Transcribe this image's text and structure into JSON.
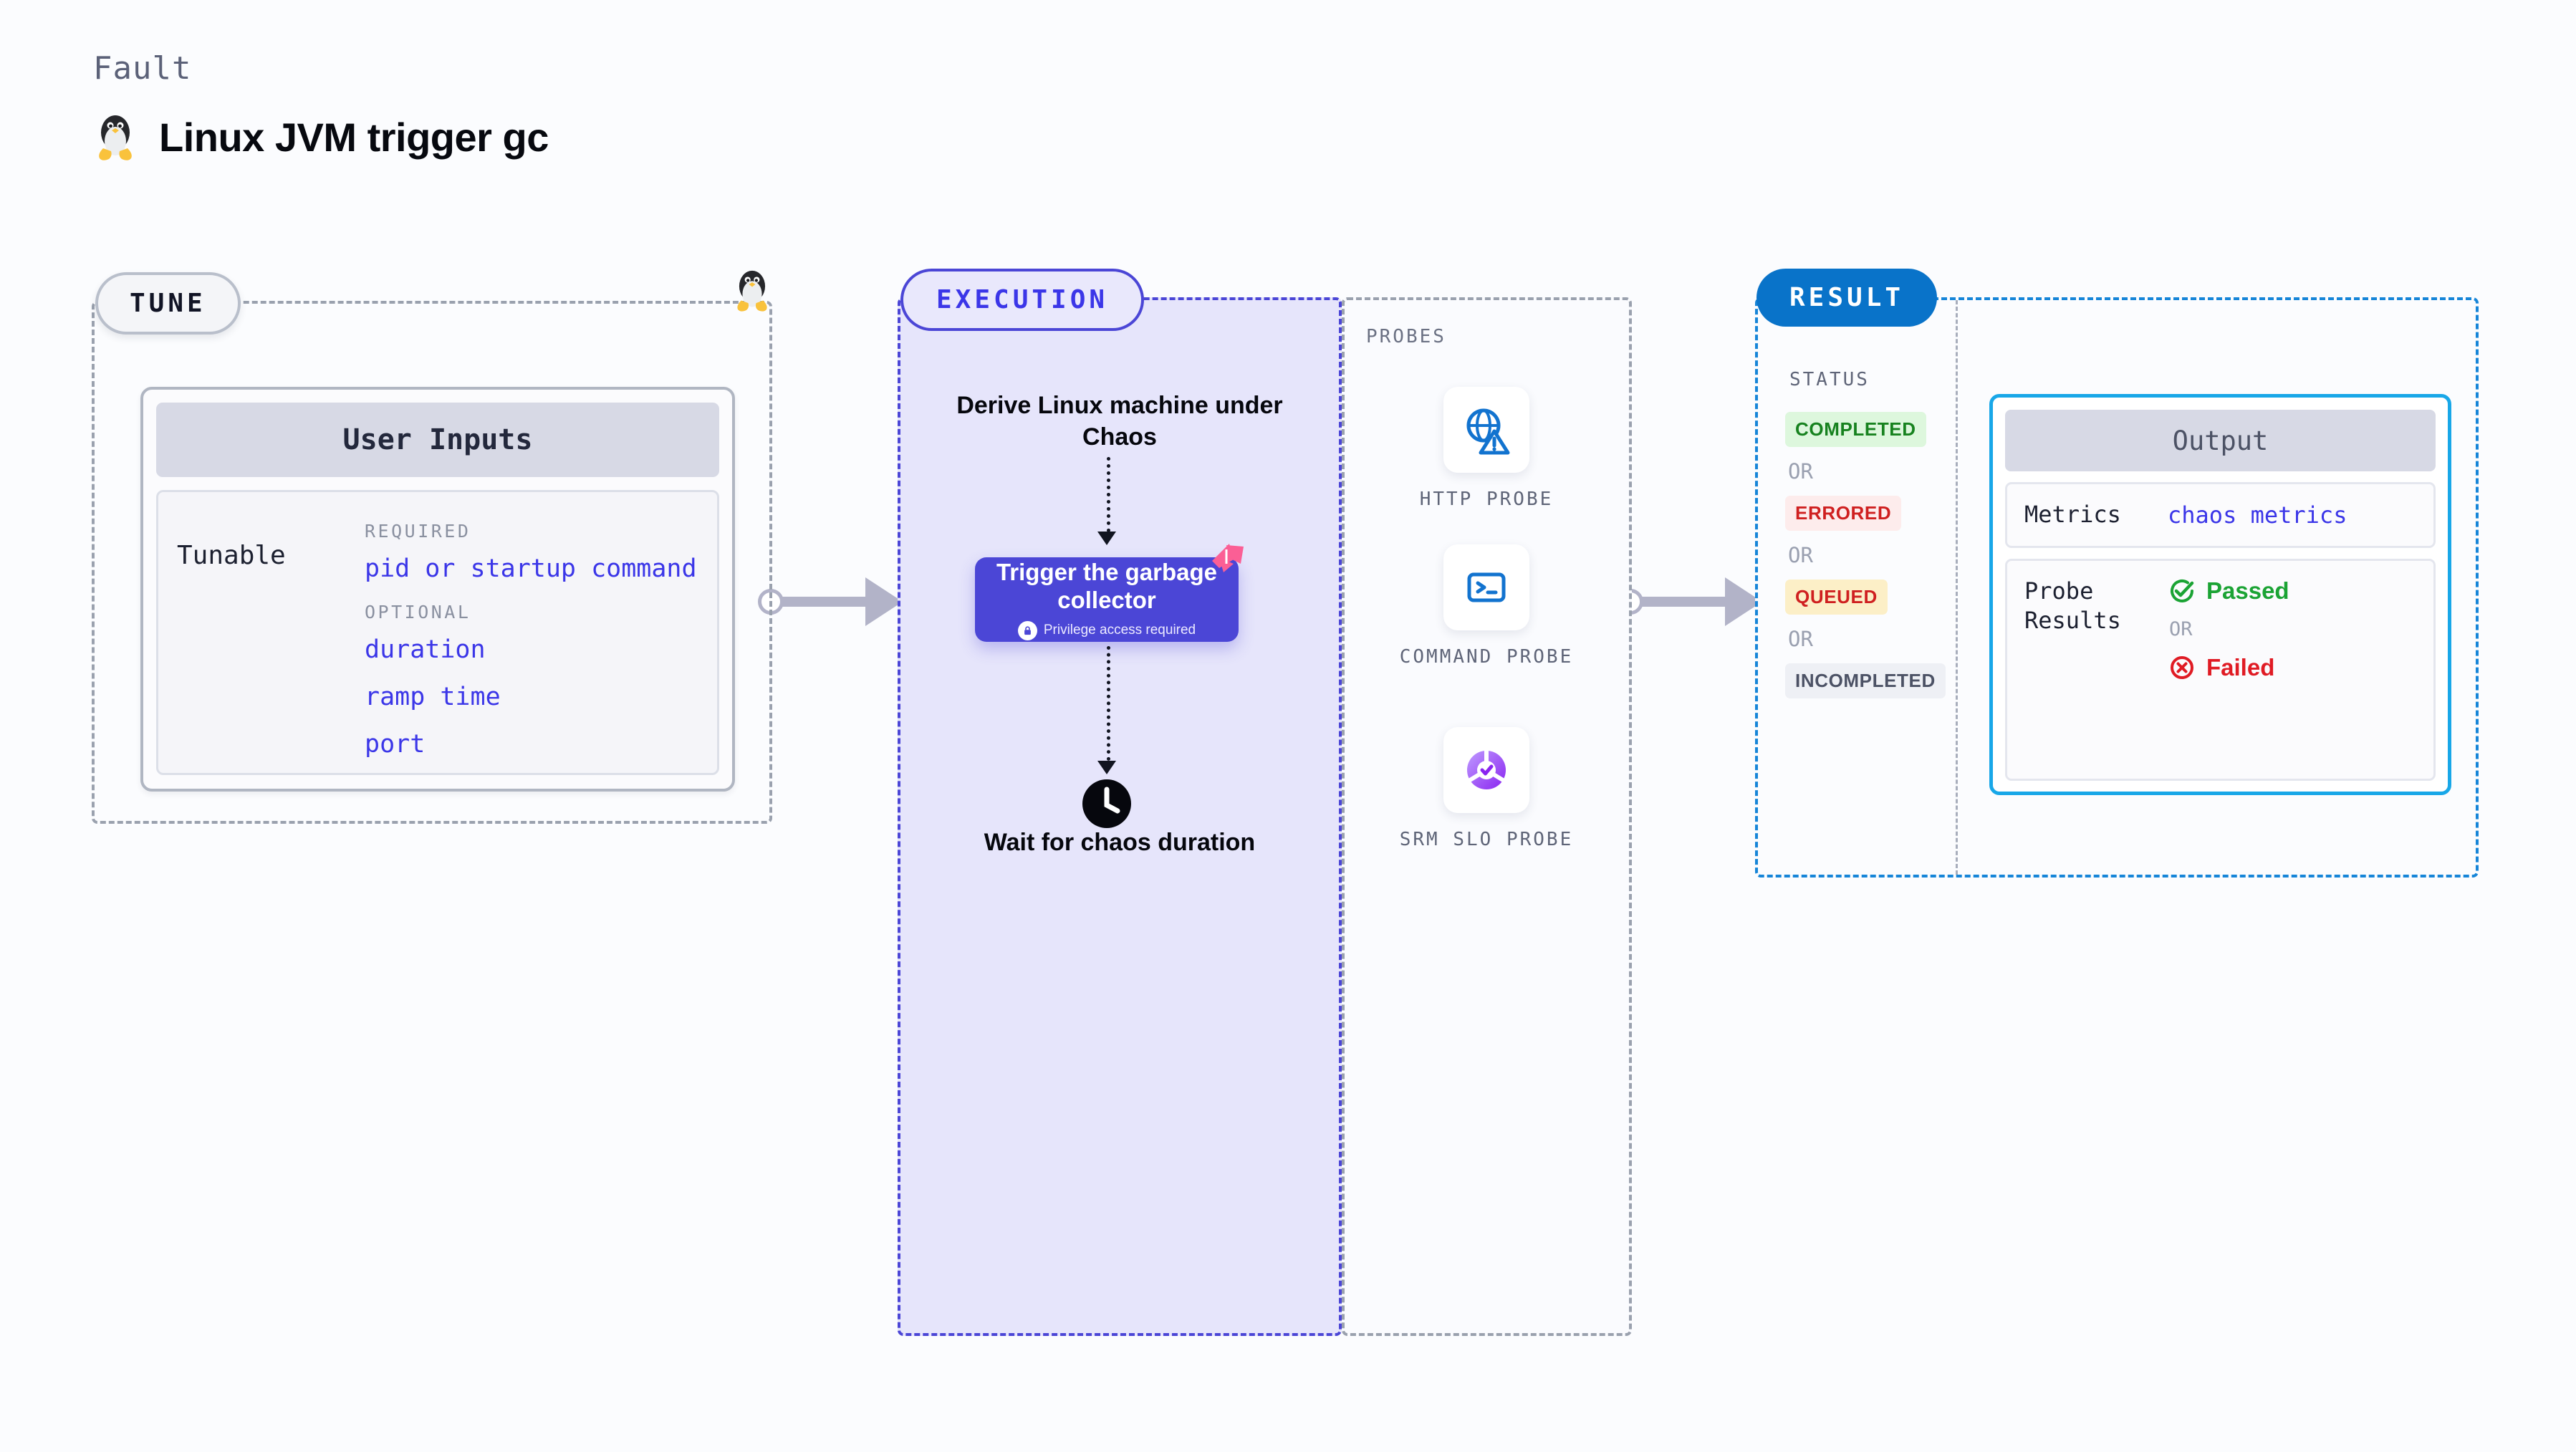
{
  "header": {
    "kicker": "Fault",
    "title": "Linux JVM trigger gc",
    "icon": "tux-penguin-icon"
  },
  "tune": {
    "pill_label": "TUNE",
    "card_title": "User Inputs",
    "tunable_label": "Tunable",
    "required_label": "REQUIRED",
    "optional_label": "OPTIONAL",
    "required_items": [
      "pid or startup command"
    ],
    "optional_items": [
      "duration",
      "ramp time",
      "port"
    ]
  },
  "execution": {
    "pill_label": "EXECUTION",
    "step_derive": "Derive Linux machine under Chaos",
    "action_card": {
      "title": "Trigger the garbage collector",
      "privilege_note": "Privilege access required"
    },
    "step_wait": "Wait for chaos duration"
  },
  "probes": {
    "section_label": "PROBES",
    "items": [
      {
        "name": "HTTP PROBE",
        "icon": "globe-warning-icon"
      },
      {
        "name": "COMMAND PROBE",
        "icon": "terminal-icon"
      },
      {
        "name": "SRM SLO PROBE",
        "icon": "slo-check-icon"
      }
    ]
  },
  "result": {
    "pill_label": "RESULT",
    "status_label": "STATUS",
    "or_label": "OR",
    "statuses": [
      {
        "label": "COMPLETED",
        "bg": "#ddf7dd",
        "fg": "#17821f"
      },
      {
        "label": "ERRORED",
        "bg": "#fdecec",
        "fg": "#cf2020"
      },
      {
        "label": "QUEUED",
        "bg": "#fcefc7",
        "fg": "#cf2020"
      },
      {
        "label": "INCOMPLETED",
        "bg": "#eef0f5",
        "fg": "#4c5265"
      }
    ],
    "output": {
      "title": "Output",
      "metrics_key": "Metrics",
      "metrics_value": "chaos metrics",
      "probe_key": "Probe Results",
      "passed_label": "Passed",
      "failed_label": "Failed",
      "or_label": "OR"
    }
  },
  "colors": {
    "accent_purple": "#4b46d6",
    "accent_blue": "#0973c9",
    "output_border": "#18a7e8",
    "ribbon_pink": "#fb5f95",
    "pass_green": "#1ba334",
    "fail_red": "#e01b24"
  }
}
